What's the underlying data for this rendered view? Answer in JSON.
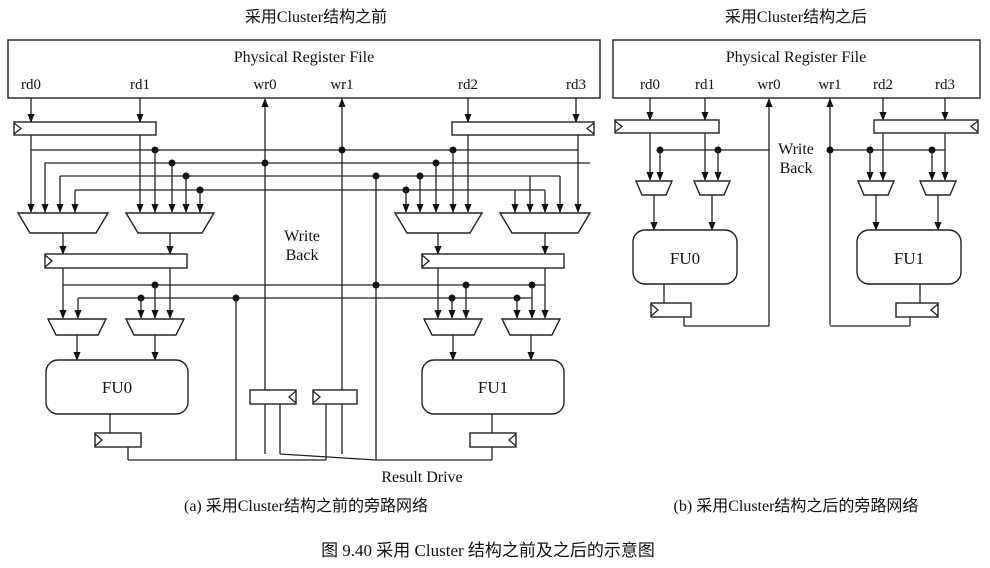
{
  "left_diagram": {
    "heading": "采用Cluster结构之前",
    "register_file": "Physical Register File",
    "ports": [
      "rd0",
      "rd1",
      "wr0",
      "wr1",
      "rd2",
      "rd3"
    ],
    "write_back": [
      "Write",
      "Back"
    ],
    "units": [
      "FU0",
      "FU1"
    ],
    "result_drive": "Result Drive",
    "caption": "(a) 采用Cluster结构之前的旁路网络"
  },
  "right_diagram": {
    "heading": "采用Cluster结构之后",
    "register_file": "Physical Register File",
    "ports": [
      "rd0",
      "rd1",
      "wr0",
      "wr1",
      "rd2",
      "rd3"
    ],
    "write_back": [
      "Write",
      "Back"
    ],
    "units": [
      "FU0",
      "FU1"
    ],
    "caption": "(b) 采用Cluster结构之后的旁路网络"
  },
  "figure_caption": "图 9.40   采用 Cluster 结构之前及之后的示意图"
}
